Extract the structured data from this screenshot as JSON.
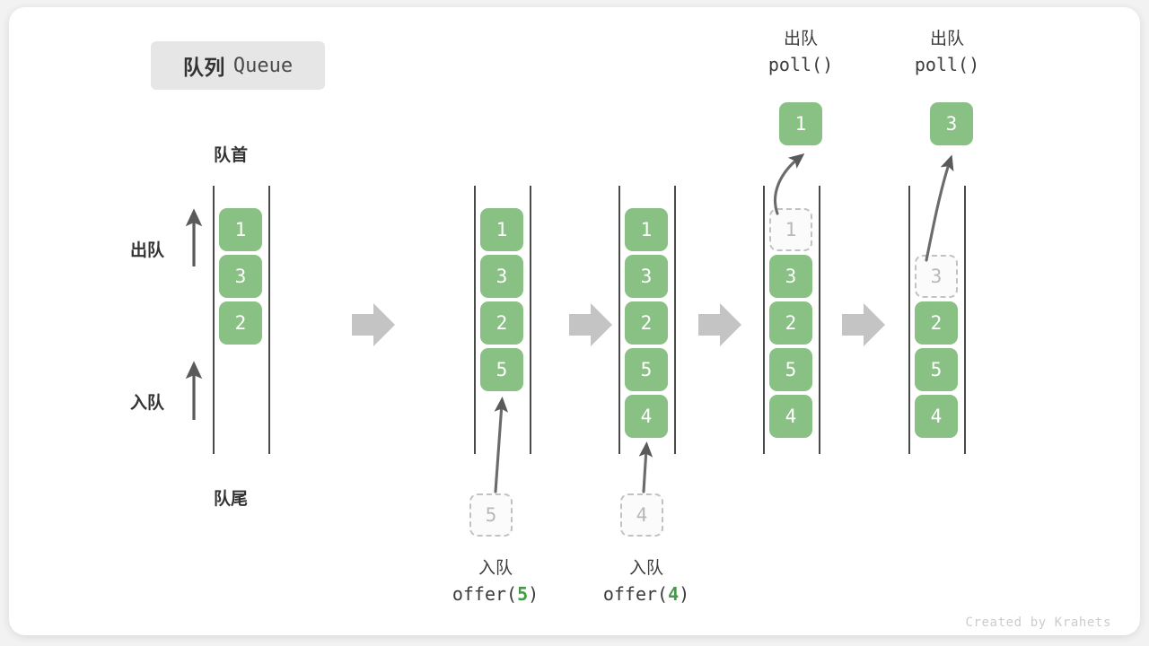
{
  "title": {
    "cn": "队列",
    "en": "Queue"
  },
  "labels": {
    "head": "队首",
    "tail": "队尾",
    "dequeue_side": "出队",
    "enqueue_side": "入队"
  },
  "credit": "Created by Krahets",
  "colors": {
    "accent_green": "#89c084",
    "cell_text": "#ffffff",
    "ghost_border": "#c2c2c2",
    "ghost_text": "#b8b8b8",
    "rail": "#4a4a4a",
    "arrow": "#c4c4c4",
    "badge_bg": "#e6e6e6",
    "card_bg": "#ffffff",
    "page_bg": "#f2f2f2"
  },
  "columns": [
    {
      "id": "initial",
      "cells": [
        {
          "value": "1",
          "state": "filled"
        },
        {
          "value": "3",
          "state": "filled"
        },
        {
          "value": "2",
          "state": "filled"
        }
      ]
    },
    {
      "id": "after-offer-5",
      "cells": [
        {
          "value": "1",
          "state": "filled"
        },
        {
          "value": "3",
          "state": "filled"
        },
        {
          "value": "2",
          "state": "filled"
        },
        {
          "value": "5",
          "state": "filled"
        }
      ]
    },
    {
      "id": "after-offer-4",
      "cells": [
        {
          "value": "1",
          "state": "filled"
        },
        {
          "value": "3",
          "state": "filled"
        },
        {
          "value": "2",
          "state": "filled"
        },
        {
          "value": "5",
          "state": "filled"
        },
        {
          "value": "4",
          "state": "filled"
        }
      ]
    },
    {
      "id": "poll-1",
      "cells": [
        {
          "value": "1",
          "state": "ghost"
        },
        {
          "value": "3",
          "state": "filled"
        },
        {
          "value": "2",
          "state": "filled"
        },
        {
          "value": "5",
          "state": "filled"
        },
        {
          "value": "4",
          "state": "filled"
        }
      ]
    },
    {
      "id": "poll-3",
      "cells": [
        {
          "value": "",
          "state": "empty"
        },
        {
          "value": "3",
          "state": "ghost"
        },
        {
          "value": "2",
          "state": "filled"
        },
        {
          "value": "5",
          "state": "filled"
        },
        {
          "value": "4",
          "state": "filled"
        }
      ]
    }
  ],
  "operations": {
    "offer_5": {
      "cn": "入队",
      "code_prefix": "offer(",
      "code_value": "5",
      "code_suffix": ")",
      "incoming_value": "5"
    },
    "offer_4": {
      "cn": "入队",
      "code_prefix": "offer(",
      "code_value": "4",
      "code_suffix": ")",
      "incoming_value": "4"
    },
    "poll_1": {
      "cn": "出队",
      "code": "poll()",
      "popped_value": "1"
    },
    "poll_3": {
      "cn": "出队",
      "code": "poll()",
      "popped_value": "3"
    }
  }
}
